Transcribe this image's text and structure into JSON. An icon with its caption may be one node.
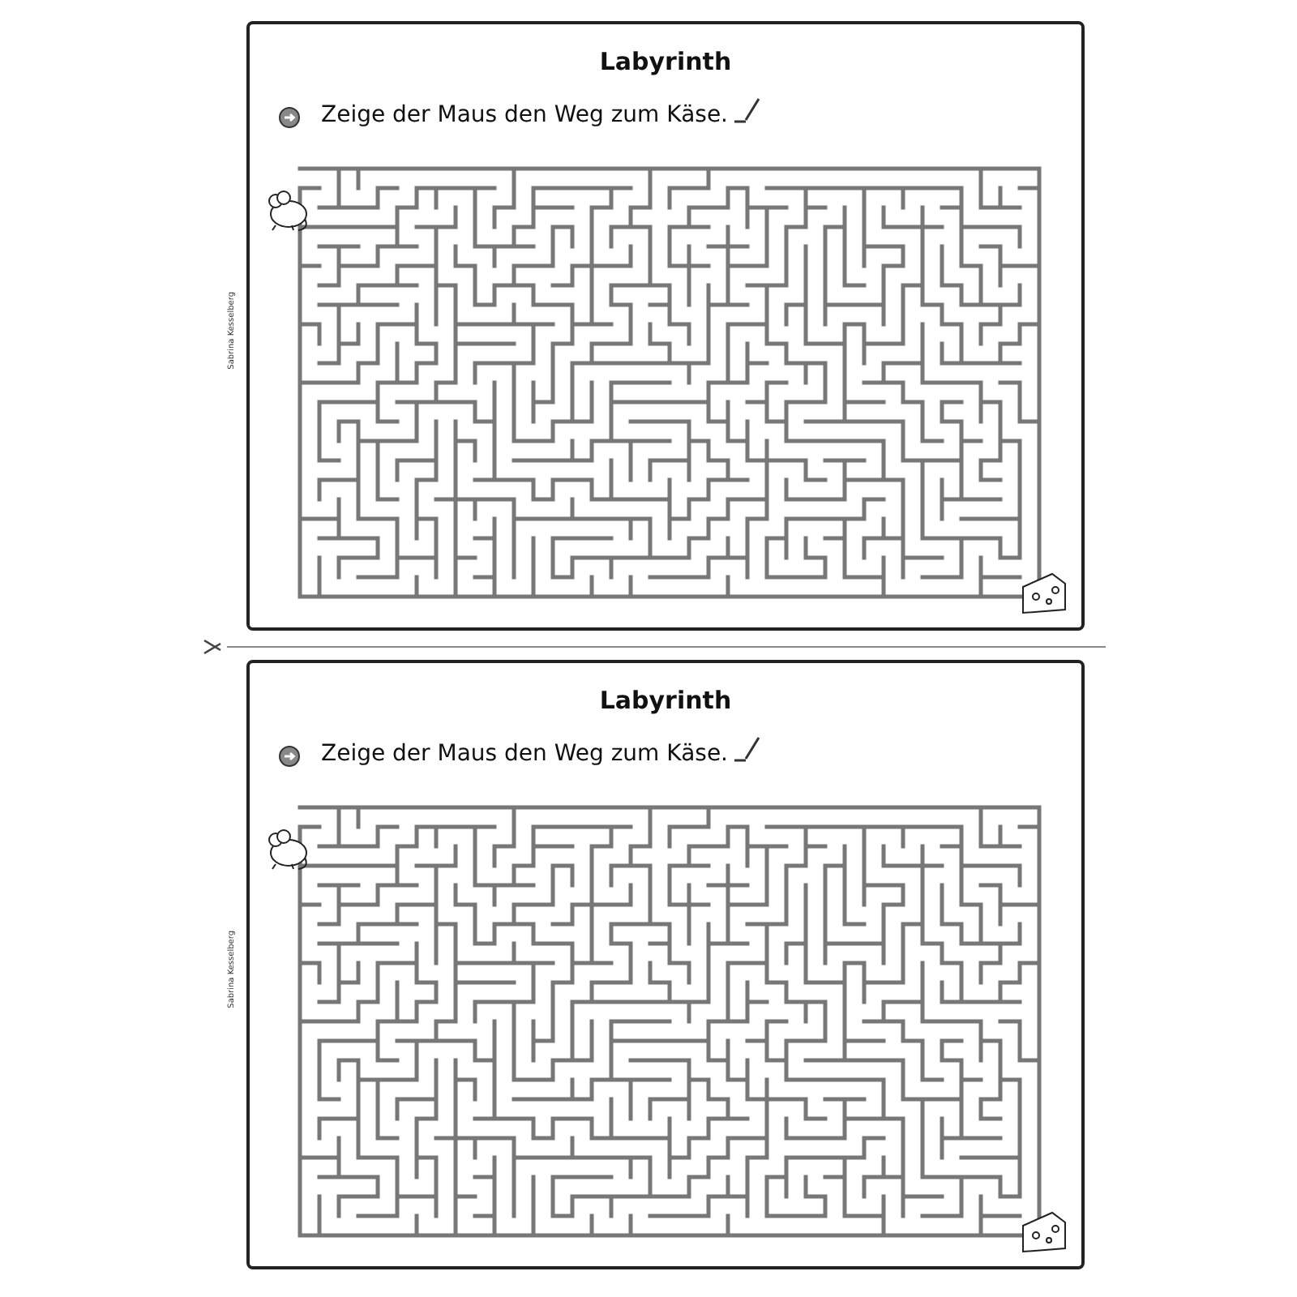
{
  "diagram": {
    "labels": [
      "Labyrinth",
      "Zeige der Maus den Weg zum Käse.",
      "Sabrina Kesselberg",
      "Labyrinth",
      "Zeige der Maus den Weg zum Käse.",
      "Sabrina Kesselberg"
    ]
  }
}
